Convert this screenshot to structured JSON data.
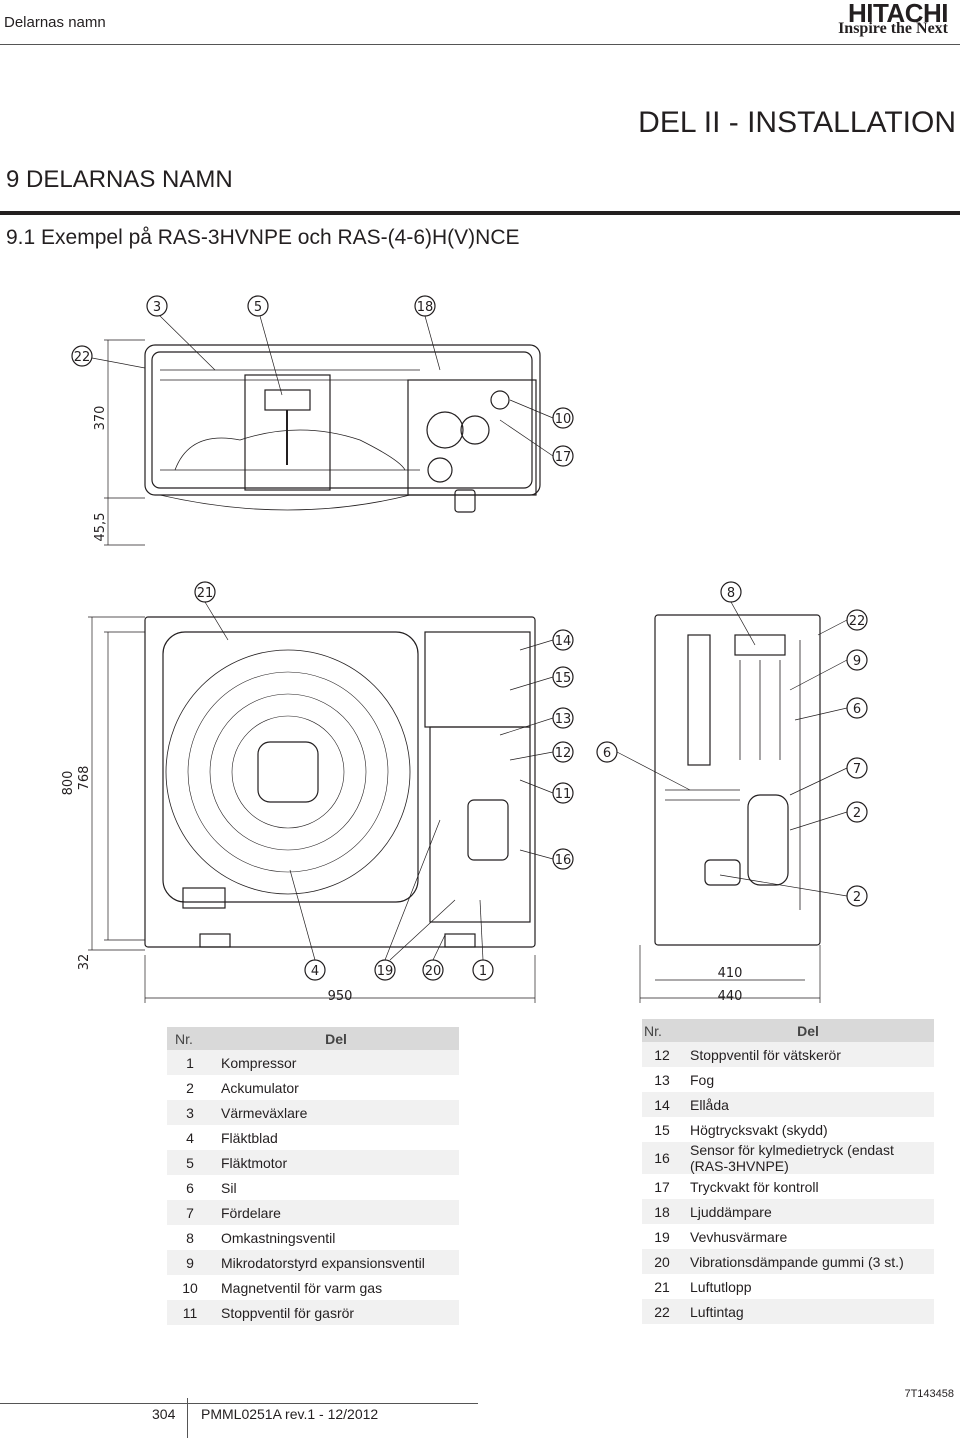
{
  "header": {
    "running_title": "Delarnas namn",
    "logo_name": "HITACHI",
    "logo_tagline": "Inspire the Next"
  },
  "part_title": "DEL II - INSTALLATION",
  "section": {
    "number": "9",
    "title": "DELARNAS NAMN",
    "heading": "9  DELARNAS NAMN"
  },
  "subsection": {
    "heading": "9.1  Exempel på RAS-3HVNPE och RAS-(4-6)H(V)NCE"
  },
  "drawing": {
    "top_view": {
      "dimensions": [
        "370",
        "45,5"
      ],
      "callouts": [
        "3",
        "5",
        "18",
        "22",
        "10",
        "17"
      ]
    },
    "front_view": {
      "dimensions": [
        "800",
        "768",
        "32",
        "950"
      ],
      "callouts": [
        "21",
        "14",
        "15",
        "13",
        "12",
        "11",
        "16",
        "4",
        "19",
        "20",
        "1"
      ]
    },
    "side_view": {
      "dimensions": [
        "410",
        "440"
      ],
      "callouts": [
        "8",
        "22",
        "9",
        "6",
        "7",
        "2",
        "2",
        "6"
      ]
    }
  },
  "parts_table_left": {
    "headers": {
      "nr": "Nr.",
      "del": "Del"
    },
    "rows": [
      {
        "nr": "1",
        "del": "Kompressor"
      },
      {
        "nr": "2",
        "del": "Ackumulator"
      },
      {
        "nr": "3",
        "del": "Värmeväxlare"
      },
      {
        "nr": "4",
        "del": "Fläktblad"
      },
      {
        "nr": "5",
        "del": "Fläktmotor"
      },
      {
        "nr": "6",
        "del": "Sil"
      },
      {
        "nr": "7",
        "del": "Fördelare"
      },
      {
        "nr": "8",
        "del": "Omkastningsventil"
      },
      {
        "nr": "9",
        "del": "Mikrodatorstyrd expansionsventil"
      },
      {
        "nr": "10",
        "del": "Magnetventil för varm gas"
      },
      {
        "nr": "11",
        "del": "Stoppventil för gasrör"
      }
    ]
  },
  "parts_table_right": {
    "headers": {
      "nr": "Nr.",
      "del": "Del"
    },
    "rows": [
      {
        "nr": "12",
        "del": "Stoppventil för vätskerör"
      },
      {
        "nr": "13",
        "del": "Fog"
      },
      {
        "nr": "14",
        "del": "Ellåda"
      },
      {
        "nr": "15",
        "del": "Högtrycksvakt (skydd)"
      },
      {
        "nr": "16",
        "del": "Sensor för kylmedietryck (endast (RAS-3HVNPE)"
      },
      {
        "nr": "17",
        "del": "Tryckvakt för kontroll"
      },
      {
        "nr": "18",
        "del": "Ljuddämpare"
      },
      {
        "nr": "19",
        "del": "Vevhusvärmare"
      },
      {
        "nr": "20",
        "del": "Vibrationsdämpande gummi (3 st.)"
      },
      {
        "nr": "21",
        "del": "Luftutlopp"
      },
      {
        "nr": "22",
        "del": "Luftintag"
      }
    ]
  },
  "document_code": "7T143458",
  "footer": {
    "page_number": "304",
    "document_reference": "PMML0251A rev.1 - 12/2012"
  }
}
